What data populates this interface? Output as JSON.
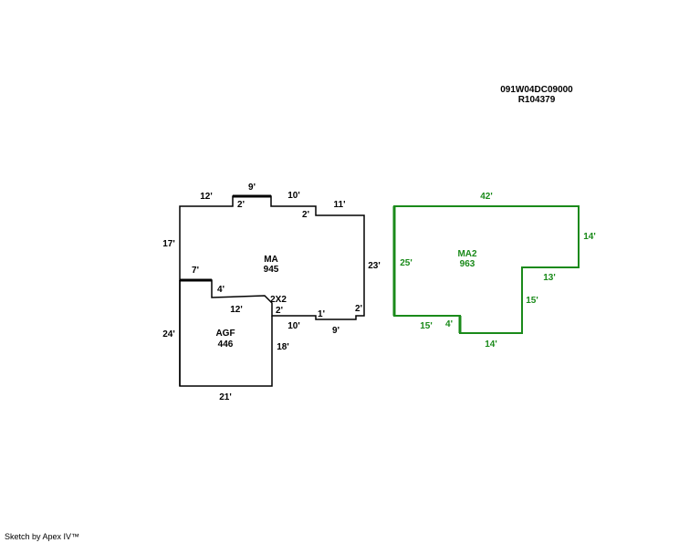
{
  "parcel": {
    "id": "091W04DC09000",
    "ref": "R104379"
  },
  "colors": {
    "main": "#000000",
    "ma2": "#1a8a1a"
  },
  "sketch_a": {
    "ma_label": "MA",
    "ma_area": "945",
    "agf_label": "AGF",
    "agf_area": "446",
    "dims": {
      "top_12": "12'",
      "top_9": "9'",
      "step_2a": "2'",
      "top_10": "10'",
      "step_2b": "2'",
      "top_11": "11'",
      "right_23": "23'",
      "step_2c": "2'",
      "bottom_9": "9'",
      "step_1": "1'",
      "bottom_10": "10'",
      "step_2d": "2'",
      "corner_2x2": "2X2",
      "inner_12": "12'",
      "inner_4": "4'",
      "inner_7": "7'",
      "left_17": "17'",
      "left_24": "24'",
      "agf_18": "18'",
      "agf_21": "21'"
    }
  },
  "sketch_b": {
    "label": "MA2",
    "area": "963",
    "dims": {
      "top_42": "42'",
      "right_14": "14'",
      "step_13": "13'",
      "right_15": "15'",
      "bottom_14": "14'",
      "step_4": "4'",
      "bottom_15": "15'",
      "left_25": "25'"
    }
  },
  "footer": "Sketch by Apex IV™"
}
